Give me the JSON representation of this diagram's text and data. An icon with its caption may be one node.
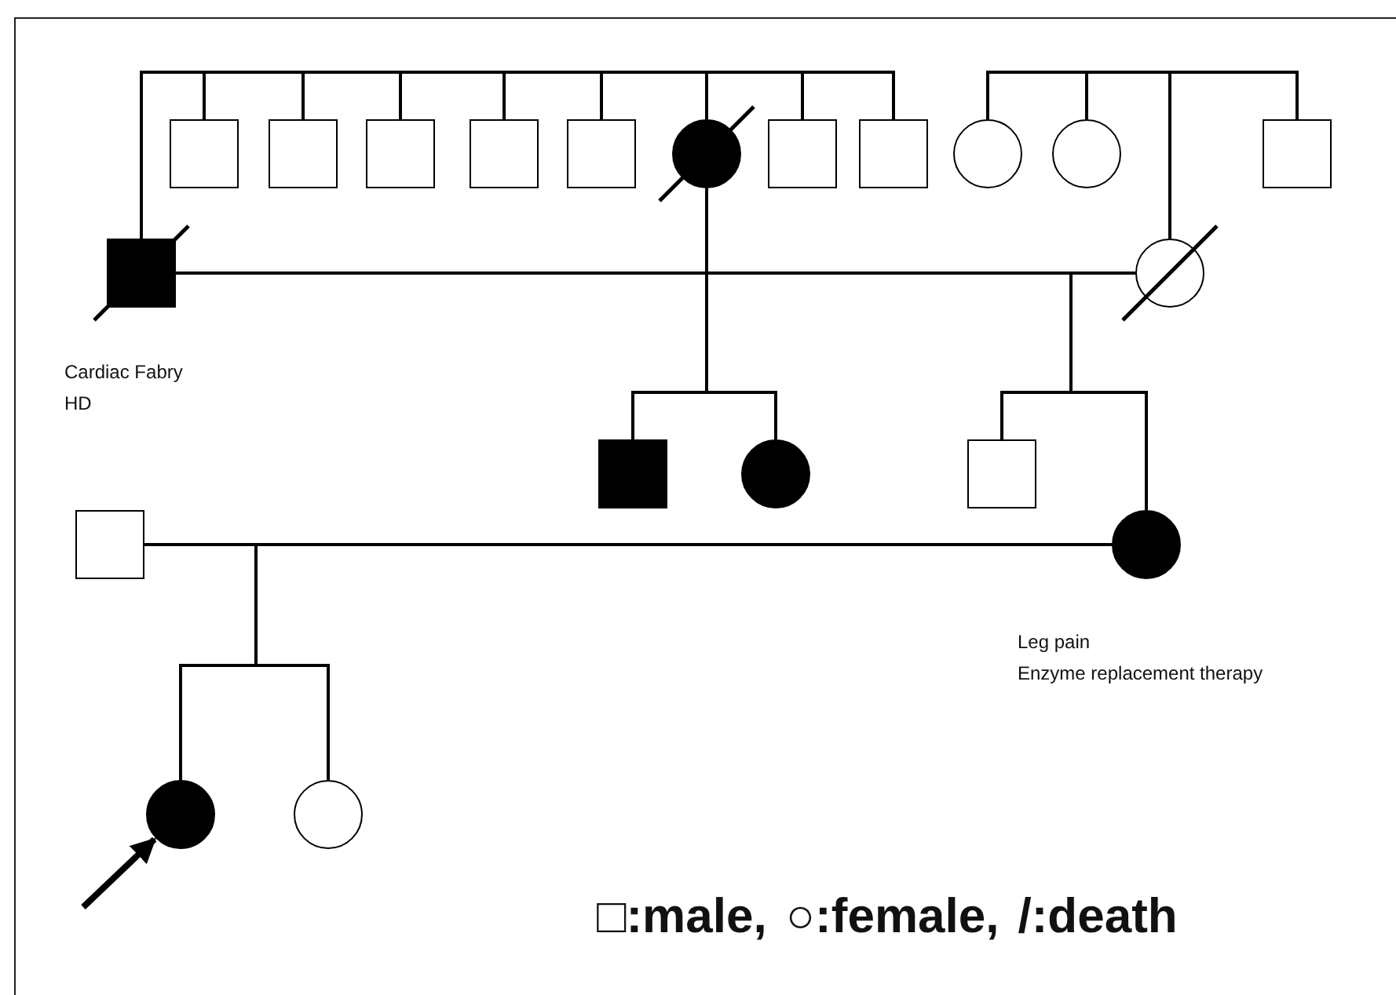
{
  "diagram": {
    "nodes": [
      {
        "text": [],
        "shape": "box"
      },
      {
        "text": [],
        "shape": "box"
      },
      {
        "text": [],
        "shape": "box"
      },
      {
        "text": [],
        "shape": "box"
      },
      {
        "text": [],
        "shape": "box"
      },
      {
        "text": [],
        "shape": "black-circle"
      },
      {
        "text": [],
        "shape": "box"
      },
      {
        "text": [],
        "shape": "box"
      },
      {
        "text": [],
        "shape": "circle"
      },
      {
        "text": [],
        "shape": "circle"
      },
      {
        "text": [],
        "shape": "box"
      },
      {
        "text": [],
        "shape": "black-box",
        "beside": [
          "Cardiac Fabry",
          "HD"
        ]
      },
      {
        "text": [],
        "shape": "circle"
      },
      {
        "text": [],
        "shape": "black-box"
      },
      {
        "text": [],
        "shape": "black-circle"
      },
      {
        "text": [],
        "shape": "box"
      },
      {
        "text": [],
        "shape": "box"
      },
      {
        "text": [],
        "shape": "black-circle",
        "beside": [
          "Leg pain",
          "Enzyme replacement therapy"
        ]
      },
      {
        "text": [],
        "shape": "black-circle"
      },
      {
        "text": [],
        "shape": "circle"
      }
    ],
    "edges": [
      {
        "from": 11,
        "to": 0,
        "arrow": "none"
      },
      {
        "from": 0,
        "to": 1,
        "arrow": "none"
      },
      {
        "from": 1,
        "to": 2,
        "arrow": "none"
      },
      {
        "from": 2,
        "to": 3,
        "arrow": "none"
      },
      {
        "from": 3,
        "to": 4,
        "arrow": "none"
      },
      {
        "from": 4,
        "to": 5,
        "arrow": "none"
      },
      {
        "from": 5,
        "to": 6,
        "arrow": "none"
      },
      {
        "from": 6,
        "to": 7,
        "arrow": "none"
      },
      {
        "from": 8,
        "to": 9,
        "arrow": "none"
      },
      {
        "from": 9,
        "to": 12,
        "arrow": "none"
      },
      {
        "from": 12,
        "to": 10,
        "arrow": "none"
      },
      {
        "from": 11,
        "to": 12,
        "arrow": "none"
      },
      {
        "from": 5,
        "to": 13,
        "arrow": "none"
      },
      {
        "from": 5,
        "to": 14,
        "arrow": "none"
      },
      {
        "from": 11,
        "to": 15,
        "arrow": "none"
      },
      {
        "from": 12,
        "to": 15,
        "arrow": "none"
      },
      {
        "from": 11,
        "to": 17,
        "arrow": "none"
      },
      {
        "from": 12,
        "to": 17,
        "arrow": "none"
      },
      {
        "from": 16,
        "to": 17,
        "arrow": "none"
      },
      {
        "from": 16,
        "to": 18,
        "arrow": "none"
      },
      {
        "from": 17,
        "to": 18,
        "arrow": "none"
      },
      {
        "from": 16,
        "to": 19,
        "arrow": "none"
      },
      {
        "from": 17,
        "to": 19,
        "arrow": "none"
      },
      {
        "from": null,
        "to": 18,
        "arrow": "to",
        "style": "thick"
      }
    ],
    "legend": [
      {
        "text": "□:male,"
      },
      {
        "text": "○:female,"
      },
      {
        "text": "/:death"
      }
    ]
  }
}
